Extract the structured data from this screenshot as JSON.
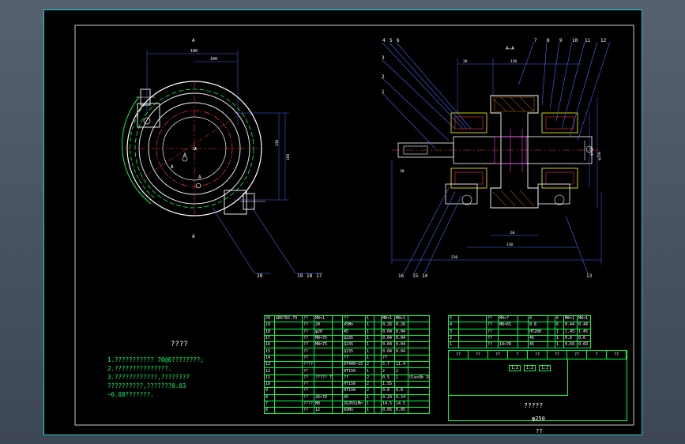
{
  "drawing": {
    "section_label_left": "A",
    "section_label_left_bottom": "A",
    "section_title_right": "A—A",
    "left_callouts": [
      "20",
      "19",
      "18",
      "17"
    ],
    "right_top_callouts": [
      "4",
      "5",
      "6",
      "7",
      "8",
      "9",
      "10",
      "11",
      "12"
    ],
    "right_left_callouts": [
      "3",
      "2",
      "1"
    ],
    "right_bottom_callouts": [
      "16",
      "15",
      "14",
      "13"
    ],
    "dimension_mark": "φ250"
  },
  "notes": {
    "title": "????",
    "lines": [
      "1.??????????? 70@6????????;",
      "2.???????????????.",
      "3.????????????,????????",
      "  ??????????,???????0.03",
      "  ~0.08???????."
    ]
  },
  "bom_left": [
    [
      "20",
      "GB5782-79",
      "??",
      "M8×1",
      "",
      "??",
      "1",
      "",
      "M8×1",
      "M8×1",
      ""
    ],
    [
      "19",
      "",
      "??",
      "20",
      "",
      "45Mn",
      "1",
      "",
      "0.26",
      "0.26",
      ""
    ],
    [
      "18",
      "",
      "??",
      "φ20",
      "",
      "45",
      "1",
      "",
      "0.04",
      "0.04",
      ""
    ],
    [
      "17",
      "",
      "??",
      "M8×75",
      "",
      "Q235",
      "1",
      "",
      "0.04",
      "0.04",
      ""
    ],
    [
      "16",
      "",
      "??",
      "M8×75",
      "",
      "Q235",
      "1",
      "",
      "0.04",
      "0.04",
      ""
    ],
    [
      "15",
      "",
      "??",
      "",
      "",
      "Q235",
      "1",
      "",
      "0.04",
      "0.04",
      ""
    ],
    [
      "14",
      "",
      "??",
      "",
      "",
      "??",
      "1",
      "",
      "??",
      "",
      ""
    ],
    [
      "13",
      "",
      "????",
      "",
      "",
      "DT400~15",
      "2",
      "",
      "5.7",
      "11.4",
      ""
    ],
    [
      "12",
      "",
      "??",
      "",
      "",
      "HT150",
      "1",
      "",
      "2",
      "2",
      ""
    ],
    [
      "11",
      "",
      "??",
      "????? 7512",
      "",
      "??",
      "2",
      "",
      "0.5",
      "1",
      "Ula×Ub 28"
    ],
    [
      "10",
      "",
      "??",
      "",
      "",
      "HT150",
      "2",
      "",
      "1.55",
      "",
      ""
    ],
    [
      "9",
      "",
      "??",
      "",
      "",
      "HT150",
      "2",
      "",
      "0.8",
      "0.8",
      ""
    ],
    [
      "8",
      "",
      "??",
      "26×70",
      "",
      "45",
      "1",
      "",
      "0.24",
      "0.24",
      ""
    ],
    [
      "7",
      "",
      "????",
      "M8",
      "",
      "ZG35SiMn",
      "1",
      "",
      "14.5",
      "14.5",
      ""
    ],
    [
      "6",
      "",
      "??",
      "12",
      "",
      "65Mn",
      "1",
      "",
      "0.05",
      "0.05",
      ""
    ]
  ],
  "bom_right": [
    [
      "5",
      "",
      "??",
      "M4×?",
      "",
      "8",
      "",
      "6",
      "M8×1",
      "M8×1"
    ],
    [
      "4",
      "",
      "??",
      "M8×65",
      "",
      "8.8",
      "",
      "6",
      "0.44",
      "0.44"
    ],
    [
      "3",
      "",
      "??",
      "",
      "",
      "HT200",
      "",
      "1",
      "1.45",
      "1.45"
    ],
    [
      "2",
      "",
      "??",
      "",
      "",
      "45",
      "",
      "1",
      "0.6",
      "0.6"
    ],
    [
      "1",
      "",
      "??",
      "14×70",
      "",
      "45",
      "",
      "1",
      "0.69",
      "0.69"
    ]
  ],
  "title_block": {
    "header": [
      "??",
      "??",
      "??",
      "?",
      "??",
      "??",
      "??",
      "?",
      "??"
    ],
    "drawing_name": "?????",
    "drawing_size": "φ250",
    "scale_values": [
      "1:2",
      "1:2",
      "1:2"
    ],
    "footer": "??"
  }
}
